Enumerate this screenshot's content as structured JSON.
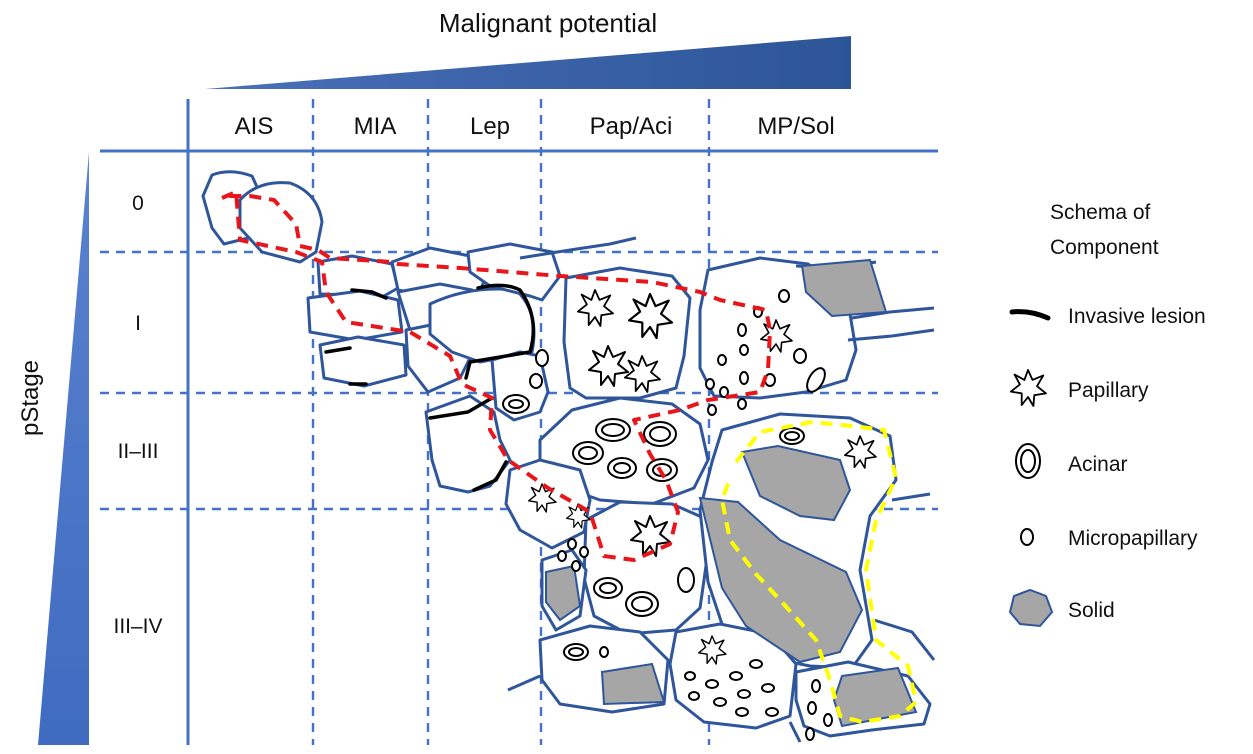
{
  "title": "Malignant potential",
  "y_axis_label": "pStage",
  "columns": [
    "AIS",
    "MIA",
    "Lep",
    "Pap/Aci",
    "MP/Sol"
  ],
  "rows": [
    "0",
    "I",
    "II–III",
    "III–IV"
  ],
  "legend": {
    "title_line1": "Schema of",
    "title_line2": "Component",
    "items": [
      {
        "label": "Invasive lesion",
        "icon": "invasive-line-icon"
      },
      {
        "label": "Papillary",
        "icon": "papillary-icon"
      },
      {
        "label": "Acinar",
        "icon": "acinar-icon"
      },
      {
        "label": "Micropapillary",
        "icon": "micropapillary-icon"
      },
      {
        "label": "Solid",
        "icon": "solid-icon"
      }
    ]
  },
  "colors": {
    "grid": "#4472c4",
    "cell_outline": "#2f559a",
    "wedge": "#3f66b0",
    "progression_path": "#e8161b",
    "highlight_path": "#ffff00",
    "solid_fill": "#a6a6a6"
  }
}
